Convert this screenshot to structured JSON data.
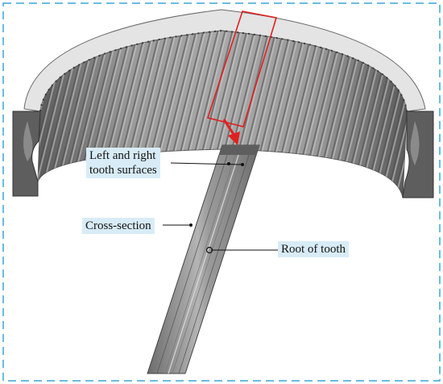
{
  "labels": {
    "surfaces_line1": "Left and right",
    "surfaces_line2": "tooth surfaces",
    "cross_section": "Cross-section",
    "root": "Root of tooth"
  },
  "colors": {
    "frame_dash": "#3aa6d8",
    "highlight_box": "#e02020",
    "label_bg": "#d8ecf7",
    "gear_face": "#8e8e8e",
    "gear_top": "#e4e4e4"
  }
}
